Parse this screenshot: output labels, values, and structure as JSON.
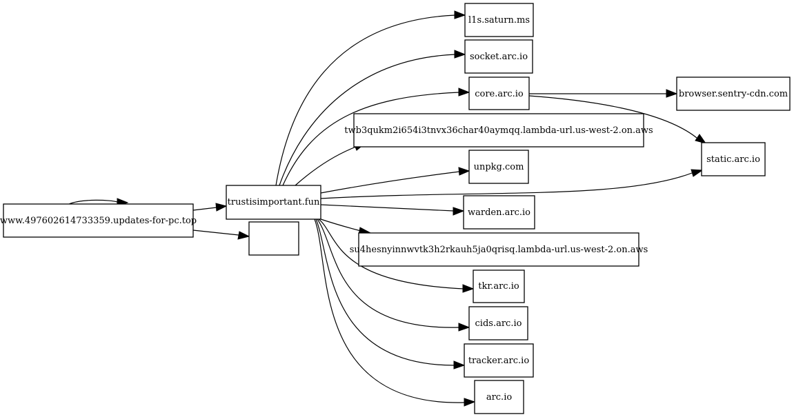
{
  "nodes": {
    "origin": "www.497602614733359.updates-for-pc.top",
    "hub": "trustisimportant.fun",
    "blank": "",
    "saturn": "l1s.saturn.ms",
    "socket": "socket.arc.io",
    "core": "core.arc.io",
    "sentry": "browser.sentry-cdn.com",
    "static": "static.arc.io",
    "lambda1": "twb3qukm2i654i3tnvx36char40aymqq.lambda-url.us-west-2.on.aws",
    "unpkg": "unpkg.com",
    "warden": "warden.arc.io",
    "lambda2": "su4hesnyinnwvtk3h2rkauh5ja0qrisq.lambda-url.us-west-2.on.aws",
    "tkr": "tkr.arc.io",
    "cids": "cids.arc.io",
    "tracker": "tracker.arc.io",
    "arc": "arc.io"
  },
  "edges": [
    [
      "origin",
      "origin"
    ],
    [
      "origin",
      "hub"
    ],
    [
      "origin",
      "blank"
    ],
    [
      "hub",
      "saturn"
    ],
    [
      "hub",
      "socket"
    ],
    [
      "hub",
      "core"
    ],
    [
      "hub",
      "lambda1"
    ],
    [
      "hub",
      "unpkg"
    ],
    [
      "hub",
      "static"
    ],
    [
      "hub",
      "warden"
    ],
    [
      "hub",
      "lambda2"
    ],
    [
      "hub",
      "tkr"
    ],
    [
      "hub",
      "cids"
    ],
    [
      "hub",
      "tracker"
    ],
    [
      "hub",
      "arc"
    ],
    [
      "core",
      "sentry"
    ],
    [
      "core",
      "static"
    ]
  ]
}
